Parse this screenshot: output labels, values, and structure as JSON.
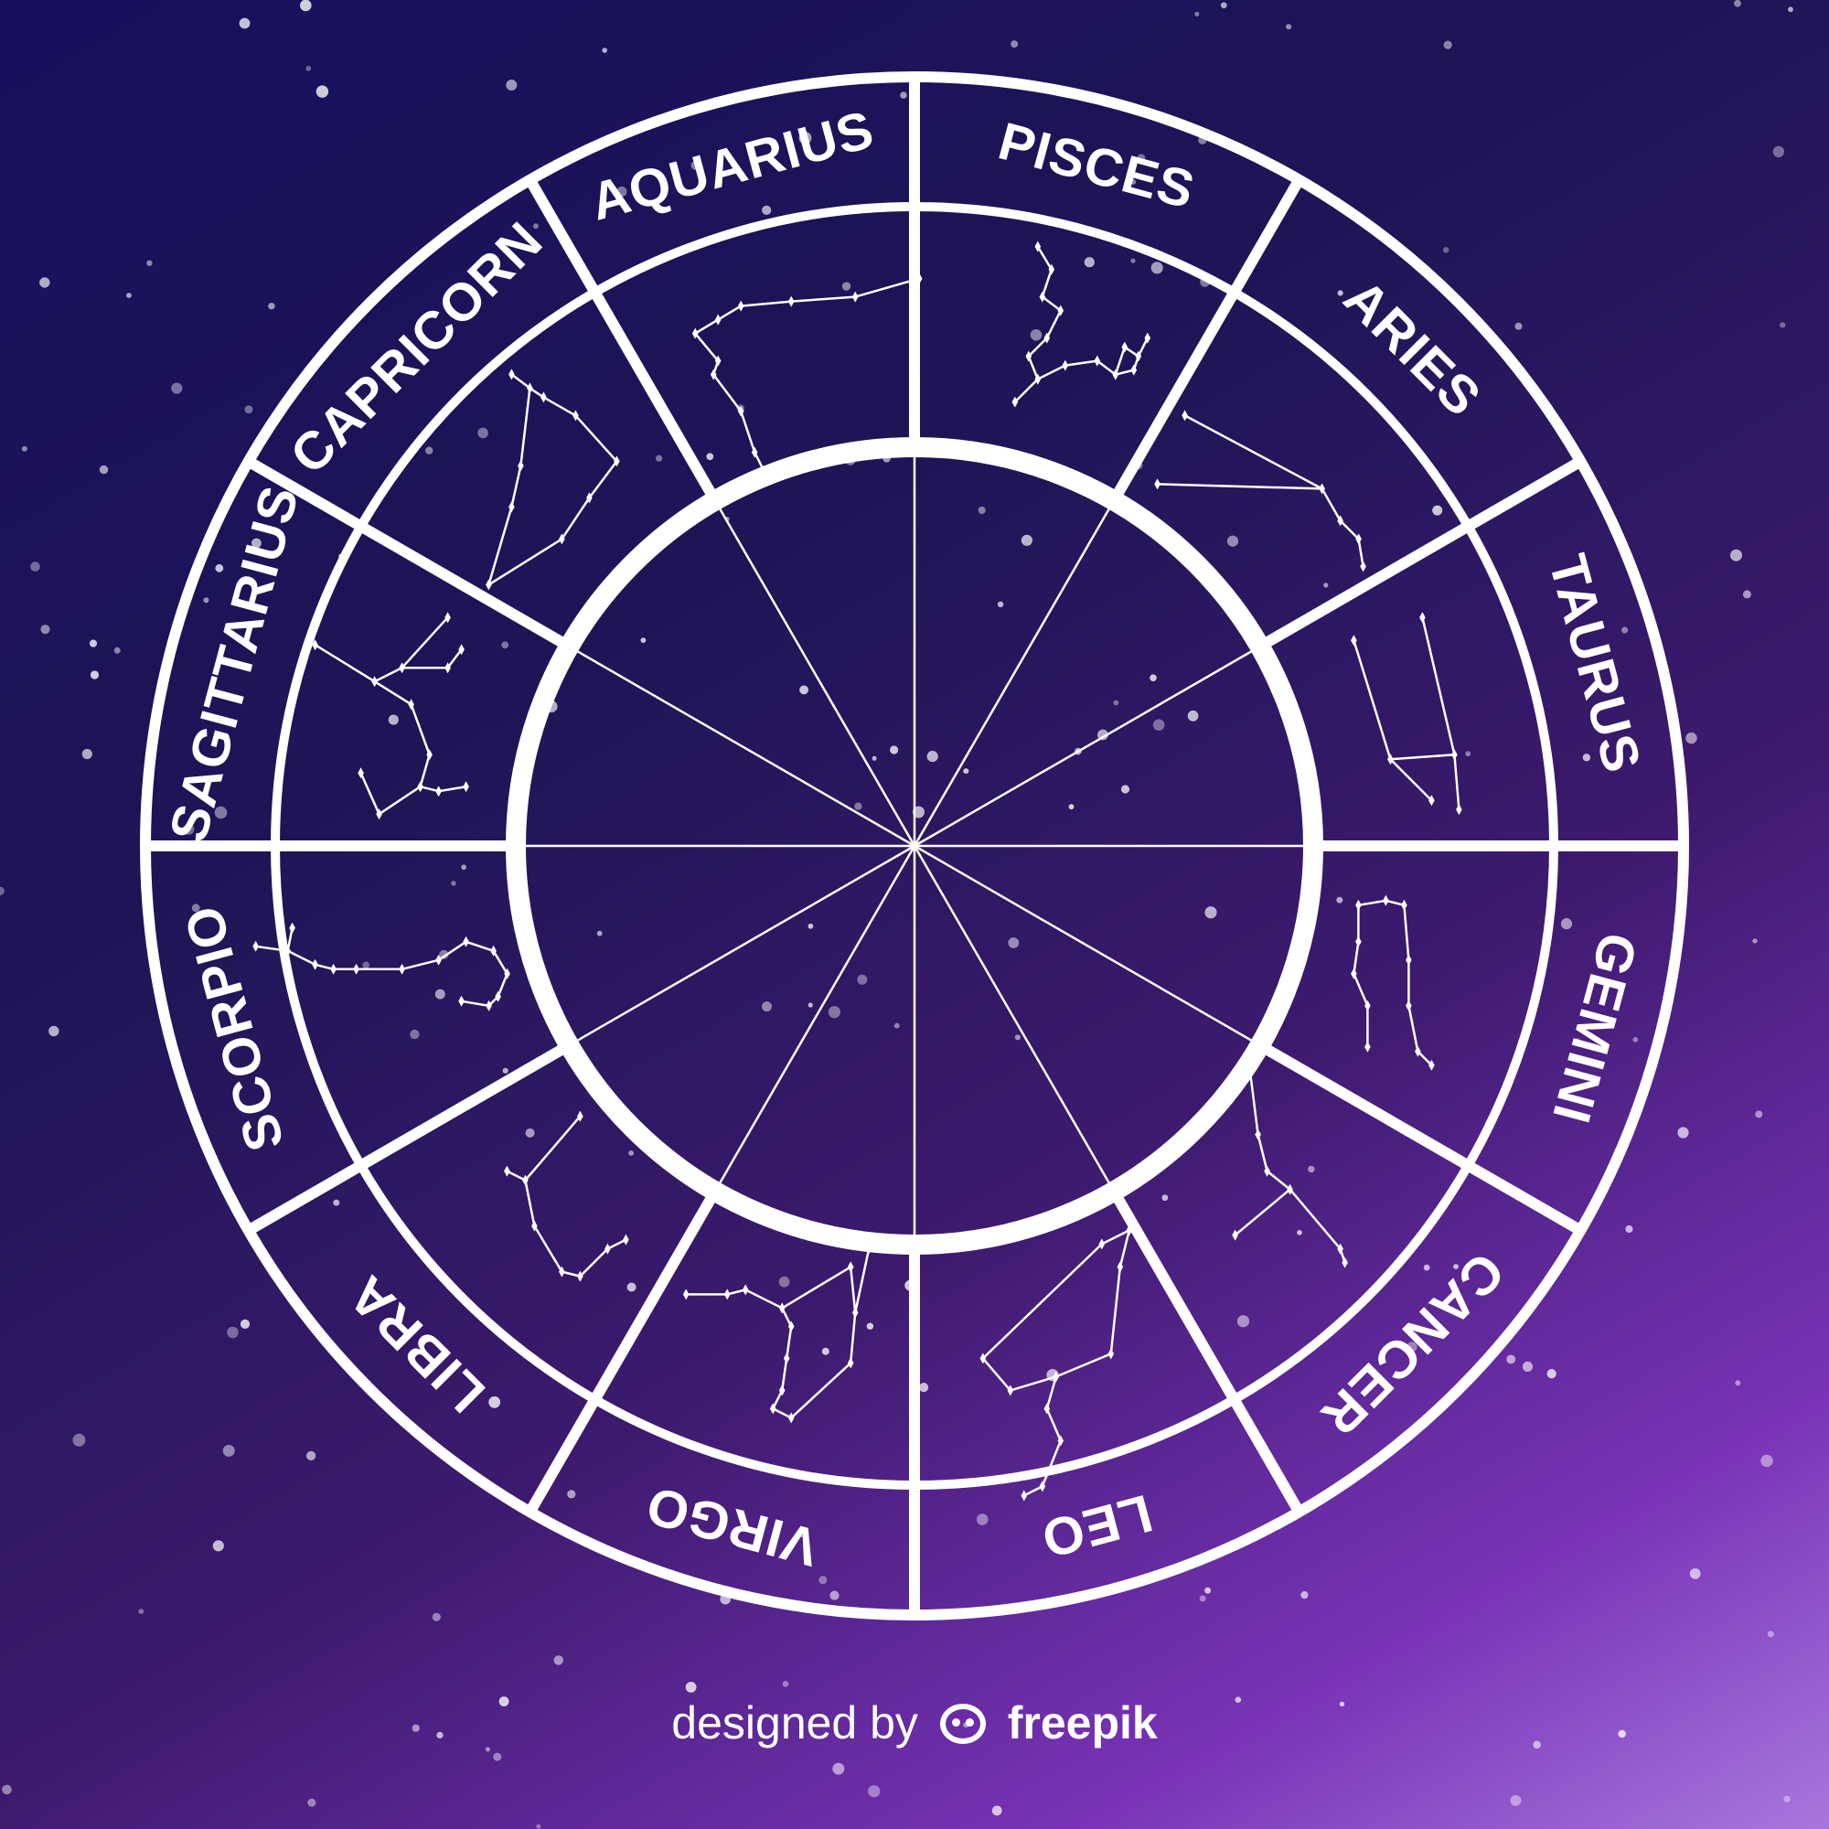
{
  "colors": {
    "ring": "#ffffff",
    "stars": "#ffffff",
    "background_top_left": "#17105e",
    "background_bottom_right": "#a777dc"
  },
  "wheel": {
    "signs": [
      {
        "name": "PISCES",
        "icon": "pisces-constellation"
      },
      {
        "name": "ARIES",
        "icon": "aries-constellation"
      },
      {
        "name": "TAURUS",
        "icon": "taurus-constellation"
      },
      {
        "name": "GEMINI",
        "icon": "gemini-constellation"
      },
      {
        "name": "CANCER",
        "icon": "cancer-constellation"
      },
      {
        "name": "LEO",
        "icon": "leo-constellation"
      },
      {
        "name": "VIRGO",
        "icon": "virgo-constellation"
      },
      {
        "name": "LIBRA",
        "icon": "libra-constellation"
      },
      {
        "name": "SCORPIO",
        "icon": "scorpio-constellation"
      },
      {
        "name": "SAGITTARIUS",
        "icon": "sagittarius-constellation"
      },
      {
        "name": "CAPRICORN",
        "icon": "capricorn-constellation"
      },
      {
        "name": "AQUARIUS",
        "icon": "aquarius-constellation"
      }
    ]
  },
  "credit": {
    "prefix": "designed by",
    "brand": "freepik",
    "logo_icon": "freepik-logo-icon"
  }
}
